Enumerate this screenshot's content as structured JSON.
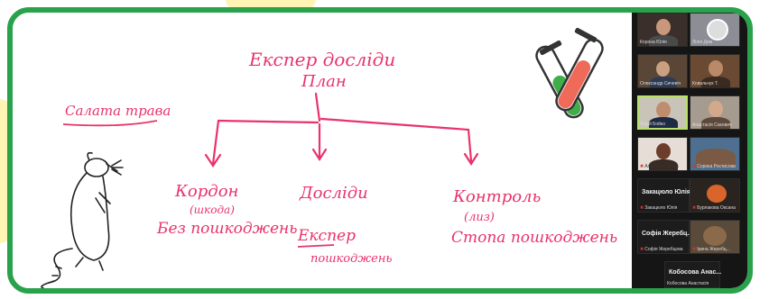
{
  "board": {
    "title_line1": "Експер досліди",
    "title_line2": "План",
    "side_note": "Салата трава",
    "branches": [
      {
        "line1": "Кордон",
        "line2": "(шкода)",
        "line3": "Без пошкоджень"
      },
      {
        "line1": "Досліди",
        "line2": "Експер",
        "line3": "пошкоджень"
      },
      {
        "line1": "Контроль",
        "line2": "(лиз)",
        "line3": "Стопа пошкоджень"
      }
    ]
  },
  "participants": [
    {
      "name": "Корона Юлія"
    },
    {
      "name": "Лілія Дем"
    },
    {
      "name": "Олександр Сичевіч"
    },
    {
      "name": "Ковальчук Т."
    },
    {
      "name": "Юрій Бойко"
    },
    {
      "name": "Анастасія Сакович"
    },
    {
      "name": "Алія Молчанова"
    },
    {
      "name": "Сорока Ростислав"
    },
    {
      "name": "Закацюло Юлія"
    },
    {
      "name": "Бурлакова Оксана"
    },
    {
      "name": "Софія Жеребц..."
    },
    {
      "name": "Ірина Жеребц..."
    },
    {
      "name": "Кобосова Анас..."
    },
    {
      "name": "Кобосова Анастасія"
    }
  ],
  "name_tiles": {
    "t1_big": "Закацюло Юлія",
    "t1_small": "Закацюло Юлія",
    "t2_big": "Софія Жеребц...",
    "t2_small": "Софія Жеребцова",
    "t3_big": "Кобосова Анас...",
    "t3_small": "Кобосова Анастасія"
  },
  "colors": {
    "frame": "#2aa14b",
    "ink": "#e8336b",
    "panel": "#151515",
    "active_speaker": "#b8e06a"
  },
  "icons": [
    "test-tubes-icon",
    "rat-drawing",
    "mic-muted-icon"
  ]
}
